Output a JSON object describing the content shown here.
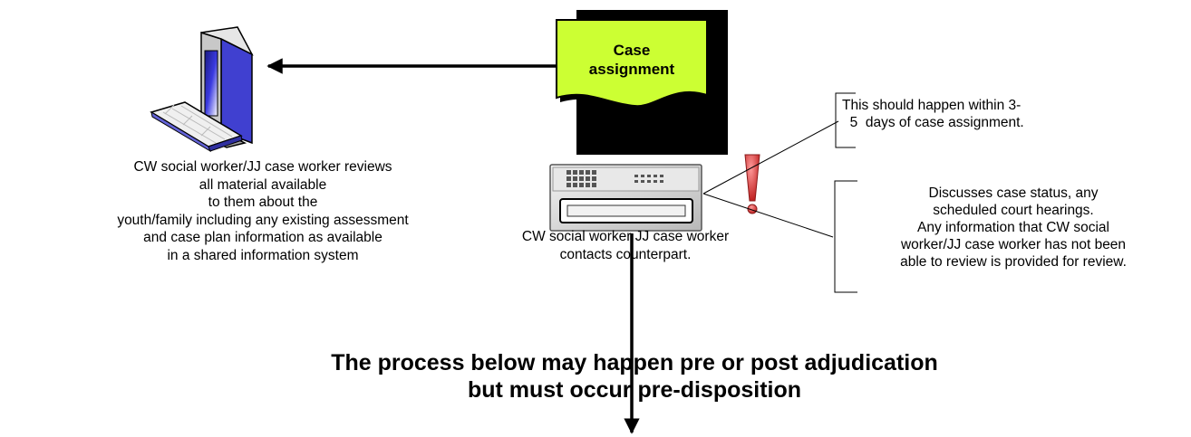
{
  "case_assignment": {
    "label": "Case\nassignment"
  },
  "left_caption": {
    "text": "CW social worker/JJ case worker reviews\nall material available\nto them about the\nyouth/family including any existing assessment\nand case plan information as available\nin a shared information system"
  },
  "center_caption": {
    "text": "CW social worker JJ case worker\ncontacts counterpart."
  },
  "note_timing": {
    "text": "This should happen within 3-\n  5  days of case assignment."
  },
  "note_discussion": {
    "text": "Discusses case status, any\nscheduled court hearings.\nAny information that  CW social\nworker/JJ  case worker  has not been\nable to review is provided for review."
  },
  "process_heading": {
    "text": "The process below may happen pre or post adjudication\nbut must occur pre-disposition"
  },
  "icons": [
    "computer-icon",
    "keyboard-icon",
    "server-icon",
    "exclamation-icon",
    "document-icon"
  ],
  "colors": {
    "doc_fill": "#ccff33",
    "screen_blue": "#2b2bcc",
    "exclamation": "#cc3333",
    "monitor_side": "#4040d0"
  }
}
